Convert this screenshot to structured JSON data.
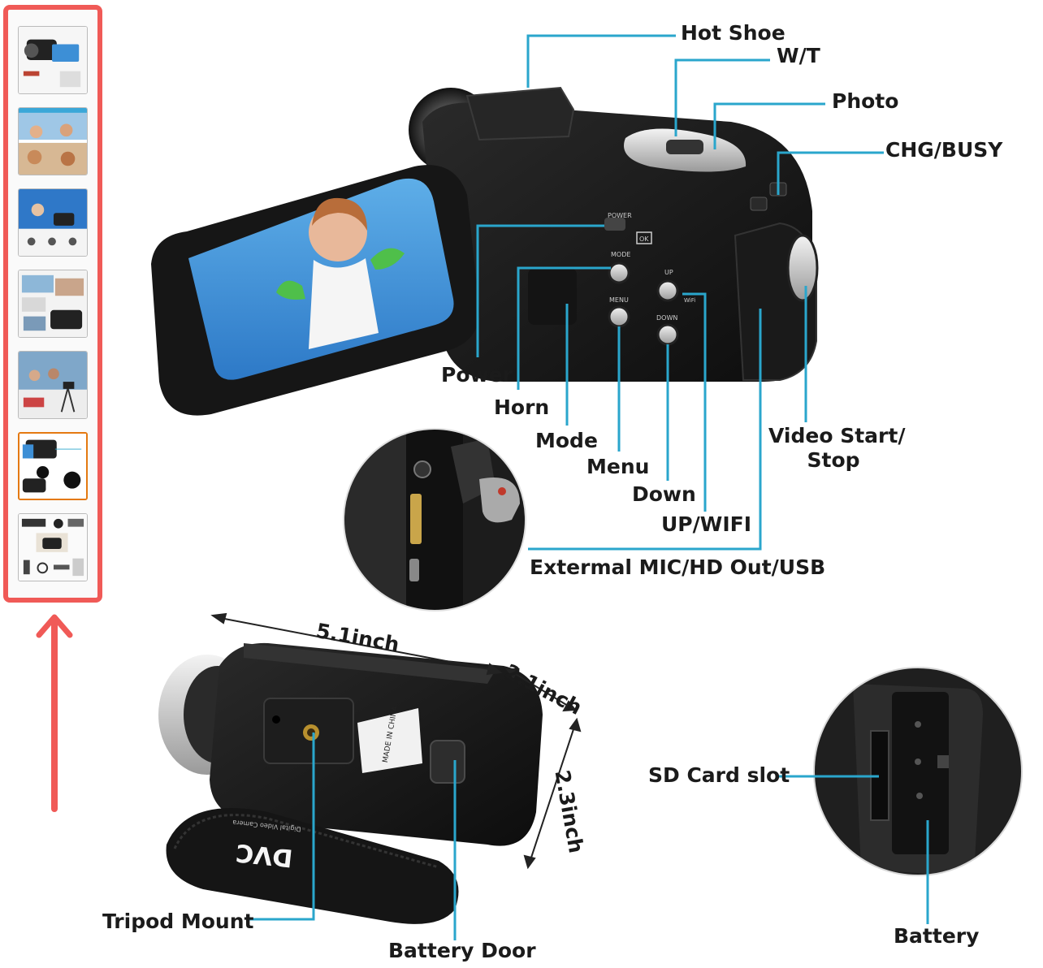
{
  "gallery": {
    "thumbnails": [
      {
        "alt": "camcorder front view"
      },
      {
        "alt": "family beach photos"
      },
      {
        "alt": "vlogging scenes"
      },
      {
        "alt": "feature collage"
      },
      {
        "alt": "tripod usage"
      },
      {
        "alt": "camera parts diagram",
        "selected": true
      },
      {
        "alt": "package contents"
      }
    ]
  },
  "callouts": {
    "hot_shoe": "Hot Shoe",
    "wt": "W/T",
    "photo": "Photo",
    "chg_busy": "CHG/BUSY",
    "power": "Power",
    "horn": "Horn",
    "mode": "Mode",
    "menu": "Menu",
    "down": "Down",
    "up_wifi": "UP/WIFI",
    "video_start_line1": "Video Start/",
    "video_start_line2": "Stop",
    "external_ports": "Extermal MIC/HD Out/USB",
    "dim_length": "5.1inch",
    "dim_width": "2.1inch",
    "dim_height": "2.3inch",
    "sd_card_slot": "SD Card slot",
    "tripod_mount": "Tripod Mount",
    "battery_door": "Battery Door",
    "battery": "Battery"
  },
  "camera_text": {
    "power": "POWER",
    "ok": "OK",
    "mode": "MODE",
    "menu": "MENU",
    "up": "UP",
    "down": "DOWN",
    "wifi": "WiFi",
    "strap_brand": "DVC",
    "strap_sub": "Digital Video Camera",
    "bottom_label": "MADE IN CHINA"
  },
  "colors": {
    "callout_line": "#2aa6cc",
    "frame_highlight": "#f05a57",
    "selected_thumb": "#e47911"
  }
}
